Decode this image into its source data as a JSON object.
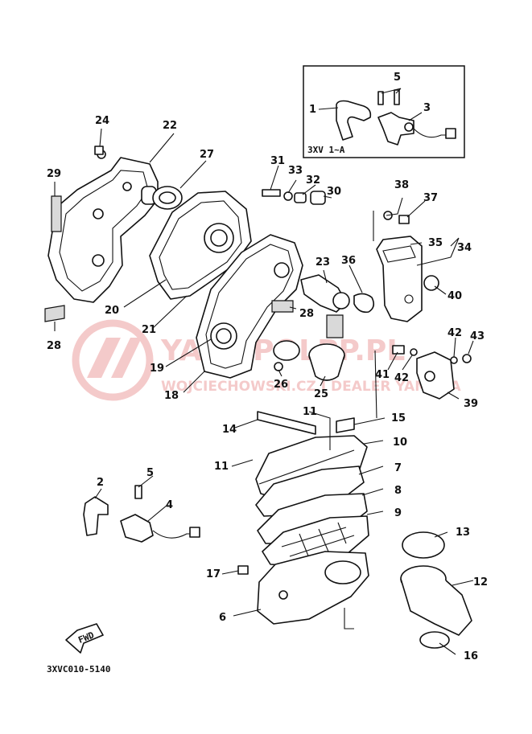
{
  "diagram_code": "3XVC010-5140",
  "inset_label": "3XV 1~A",
  "fwd_label": "FWD",
  "watermark": {
    "brand": "YAMAPOLPP.PL",
    "sub": "WOJCIECHOWSKI.CZ I DEALER YAMAHA",
    "color": "#e26a6a"
  },
  "callouts": [
    {
      "id": "1",
      "label": "1"
    },
    {
      "id": "2",
      "label": "2"
    },
    {
      "id": "3",
      "label": "3"
    },
    {
      "id": "4",
      "label": "4"
    },
    {
      "id": "5a",
      "label": "5"
    },
    {
      "id": "5b",
      "label": "5"
    },
    {
      "id": "6",
      "label": "6"
    },
    {
      "id": "7",
      "label": "7"
    },
    {
      "id": "8",
      "label": "8"
    },
    {
      "id": "9",
      "label": "9"
    },
    {
      "id": "10",
      "label": "10"
    },
    {
      "id": "11a",
      "label": "11"
    },
    {
      "id": "11b",
      "label": "11"
    },
    {
      "id": "12",
      "label": "12"
    },
    {
      "id": "13",
      "label": "13"
    },
    {
      "id": "14",
      "label": "14"
    },
    {
      "id": "15",
      "label": "15"
    },
    {
      "id": "16",
      "label": "16"
    },
    {
      "id": "17",
      "label": "17"
    },
    {
      "id": "18",
      "label": "18"
    },
    {
      "id": "19",
      "label": "19"
    },
    {
      "id": "20",
      "label": "20"
    },
    {
      "id": "21",
      "label": "21"
    },
    {
      "id": "22",
      "label": "22"
    },
    {
      "id": "23",
      "label": "23"
    },
    {
      "id": "24",
      "label": "24"
    },
    {
      "id": "25",
      "label": "25"
    },
    {
      "id": "26",
      "label": "26"
    },
    {
      "id": "27",
      "label": "27"
    },
    {
      "id": "28a",
      "label": "28"
    },
    {
      "id": "28b",
      "label": "28"
    },
    {
      "id": "29",
      "label": "29"
    },
    {
      "id": "30",
      "label": "30"
    },
    {
      "id": "31",
      "label": "31"
    },
    {
      "id": "32",
      "label": "32"
    },
    {
      "id": "33",
      "label": "33"
    },
    {
      "id": "34",
      "label": "34"
    },
    {
      "id": "35",
      "label": "35"
    },
    {
      "id": "36",
      "label": "36"
    },
    {
      "id": "37",
      "label": "37"
    },
    {
      "id": "38",
      "label": "38"
    },
    {
      "id": "39",
      "label": "39"
    },
    {
      "id": "40",
      "label": "40"
    },
    {
      "id": "41",
      "label": "41"
    },
    {
      "id": "42a",
      "label": "42"
    },
    {
      "id": "42b",
      "label": "42"
    },
    {
      "id": "43",
      "label": "43"
    }
  ]
}
